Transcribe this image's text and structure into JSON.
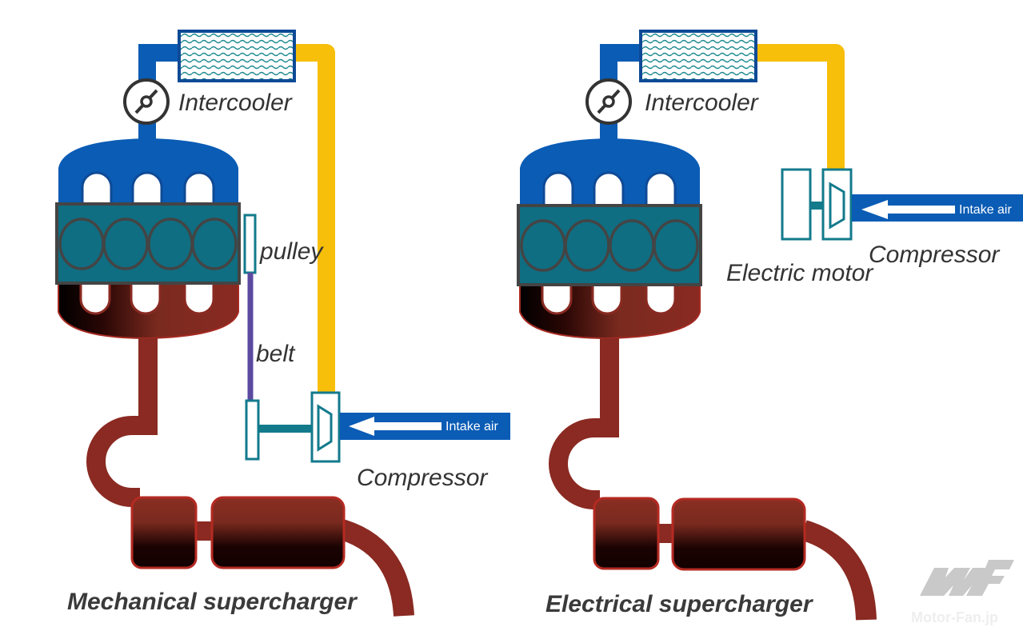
{
  "colors": {
    "intake_blue": "#0a5cb5",
    "hot_yellow": "#f7bf0a",
    "block_teal": "#0f6e82",
    "exhaust_red": "#8a2a22",
    "belt_purple": "#5b4aa0",
    "outline_teal": "#137a8c",
    "text_dark": "#333333",
    "watermark": "#c9c9c9"
  },
  "diagrams": [
    {
      "title": "Mechanical supercharger",
      "labels": {
        "intercooler": "Intercooler",
        "pulley": "pulley",
        "belt": "belt",
        "compressor": "Compressor",
        "intake_air": "Intake air"
      }
    },
    {
      "title": "Electrical supercharger",
      "labels": {
        "intercooler": "Intercooler",
        "electric_motor": "Electric motor",
        "compressor": "Compressor",
        "intake_air": "Intake air"
      }
    }
  ],
  "watermark": {
    "logo": "MF",
    "site": "Motor-Fan.jp"
  }
}
